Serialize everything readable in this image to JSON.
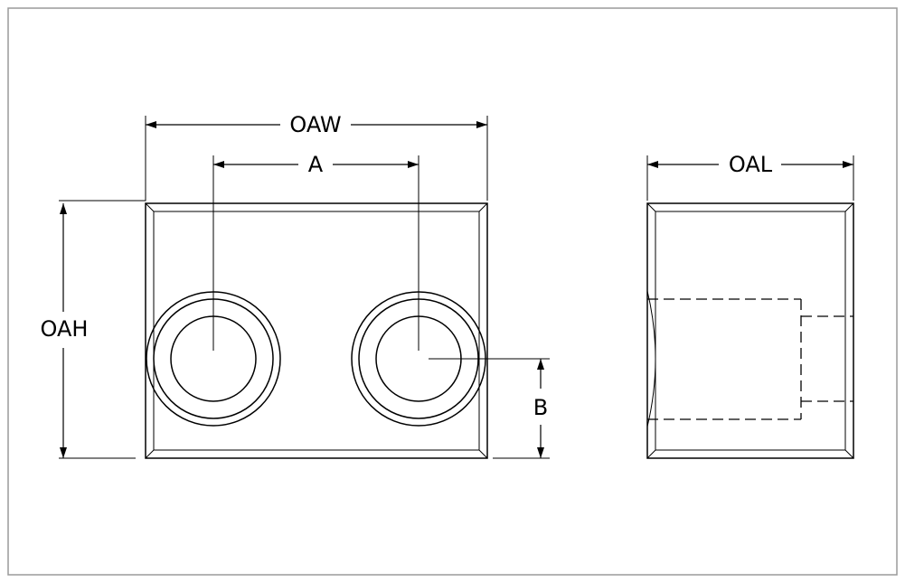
{
  "labels": {
    "overall_width": "OAW",
    "center_spacing": "A",
    "overall_height": "OAH",
    "hole_offset": "B",
    "overall_length": "OAL"
  },
  "colors": {
    "line": "#000000",
    "frame": "#9a9a9a",
    "background": "#ffffff"
  }
}
